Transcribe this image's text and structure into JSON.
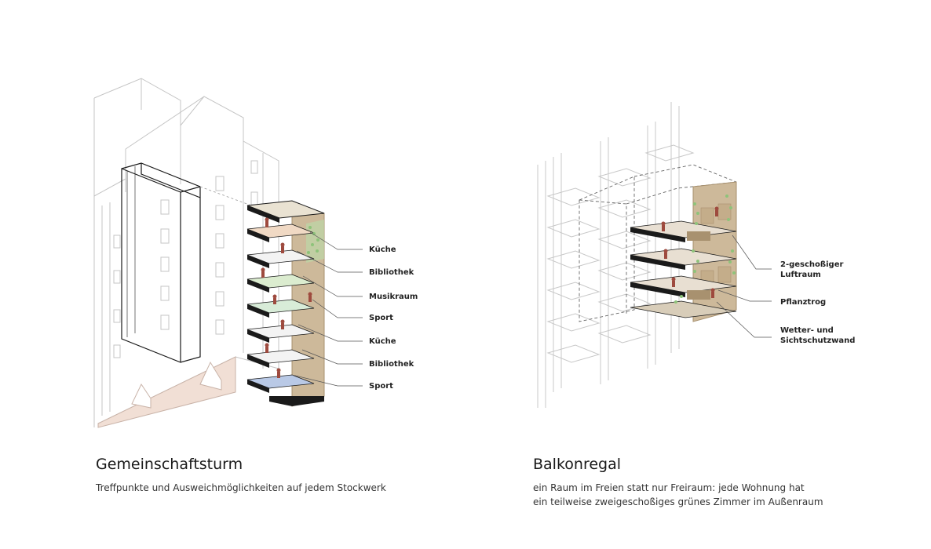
{
  "left": {
    "title": "Gemeinschaftsturm",
    "subtitle": "Treffpunkte und Ausweichmöglichkeiten auf jedem Stockwerk",
    "labels": [
      "Küche",
      "Bibliothek",
      "Musikraum",
      "Sport",
      "Küche",
      "Bibliothek",
      "Sport"
    ]
  },
  "right": {
    "title": "Balkonregal",
    "subtitle_line1": "ein Raum im Freien statt nur Freiraum: jede Wohnung hat",
    "subtitle_line2": "ein teilweise zweigeschoßiges grünes Zimmer im Außenraum",
    "labels": [
      {
        "line1": "2-geschoßiger",
        "line2": "Luftraum"
      },
      {
        "line1": "Pflanztrog",
        "line2": ""
      },
      {
        "line1": "Wetter- und",
        "line2": "Sichtschutzwand"
      }
    ]
  },
  "colors": {
    "line": "#bdbdbd",
    "dark": "#1a1a1a",
    "wood": "#cdb99a",
    "woodDark": "#a8916f",
    "terracotta": "#f1dfd5",
    "green": "#8ec37a",
    "person": "#9e4a3e",
    "blue": "#b9c9e6"
  }
}
